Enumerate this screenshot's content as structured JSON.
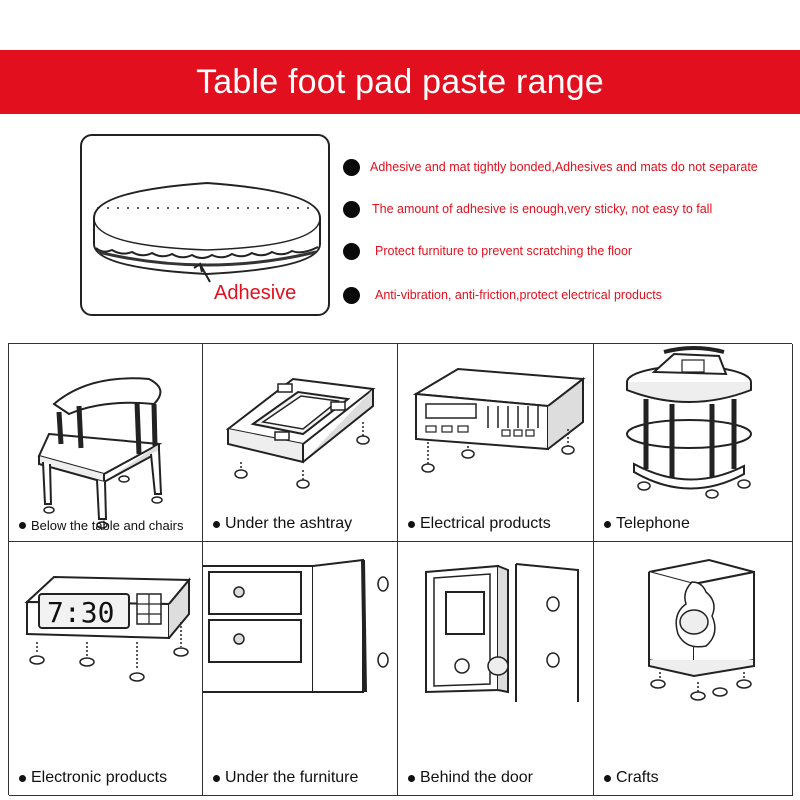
{
  "banner": {
    "title": "Table foot pad paste range",
    "color": "#e2101e"
  },
  "pad_illustration": {
    "icon": "round-foot-pad-icon",
    "label": "Adhesive"
  },
  "features": [
    {
      "text": "Adhesive and mat tightly bonded,Adhesives and mats do not separate"
    },
    {
      "text": "The amount of adhesive is enough,very sticky, not easy to fall"
    },
    {
      "text": "Protect furniture to prevent scratching the floor"
    },
    {
      "text": "Anti-vibration, anti-friction,protect electrical products"
    }
  ],
  "uses": [
    {
      "label": "Below the table and chairs",
      "icon": "chair-icon"
    },
    {
      "label": "Under the ashtray",
      "icon": "ashtray-icon"
    },
    {
      "label": "Electrical products",
      "icon": "stereo-icon"
    },
    {
      "label": "Telephone",
      "icon": "telephone-stand-icon"
    },
    {
      "label": "Electronic products",
      "icon": "alarm-clock-icon"
    },
    {
      "label": "Under the furniture",
      "icon": "drawer-cabinet-icon"
    },
    {
      "label": "Behind the door",
      "icon": "door-icon"
    },
    {
      "label": "Crafts",
      "icon": "craft-display-icon"
    }
  ],
  "clock": {
    "time": "7:30"
  }
}
